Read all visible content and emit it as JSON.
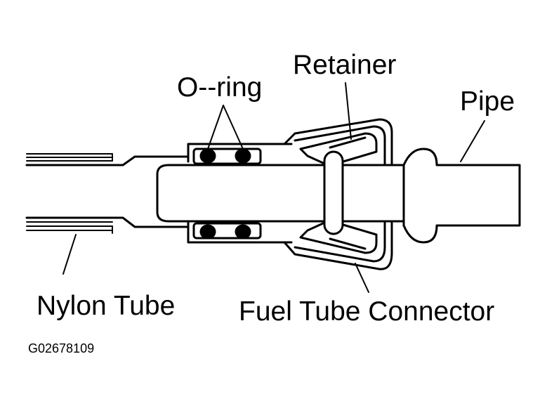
{
  "labels": {
    "retainer": "Retainer",
    "o_ring": "O--ring",
    "pipe": "Pipe",
    "nylon_tube": "Nylon Tube",
    "fuel_tube_connector": "Fuel Tube Connector",
    "figure_id": "G02678109"
  }
}
